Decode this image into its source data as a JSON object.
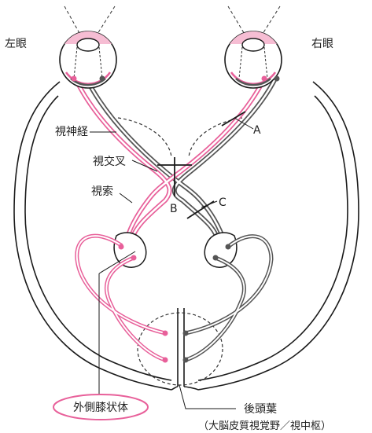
{
  "labels": {
    "left_eye": "左眼",
    "right_eye": "右眼",
    "optic_nerve": "視神経",
    "optic_chiasm": "視交叉",
    "optic_tract": "視索",
    "lesion_a": "A",
    "lesion_b": "B",
    "lesion_c": "C",
    "lgn": "外側膝状体",
    "occipital_lobe": "後頭葉",
    "visual_cortex": "（大脳皮質視覚野／視中枢）"
  },
  "colors": {
    "pink": "#e8609a",
    "pink_light": "#f6bdd3",
    "gray": "#555555",
    "outline": "#1a1a1a"
  }
}
